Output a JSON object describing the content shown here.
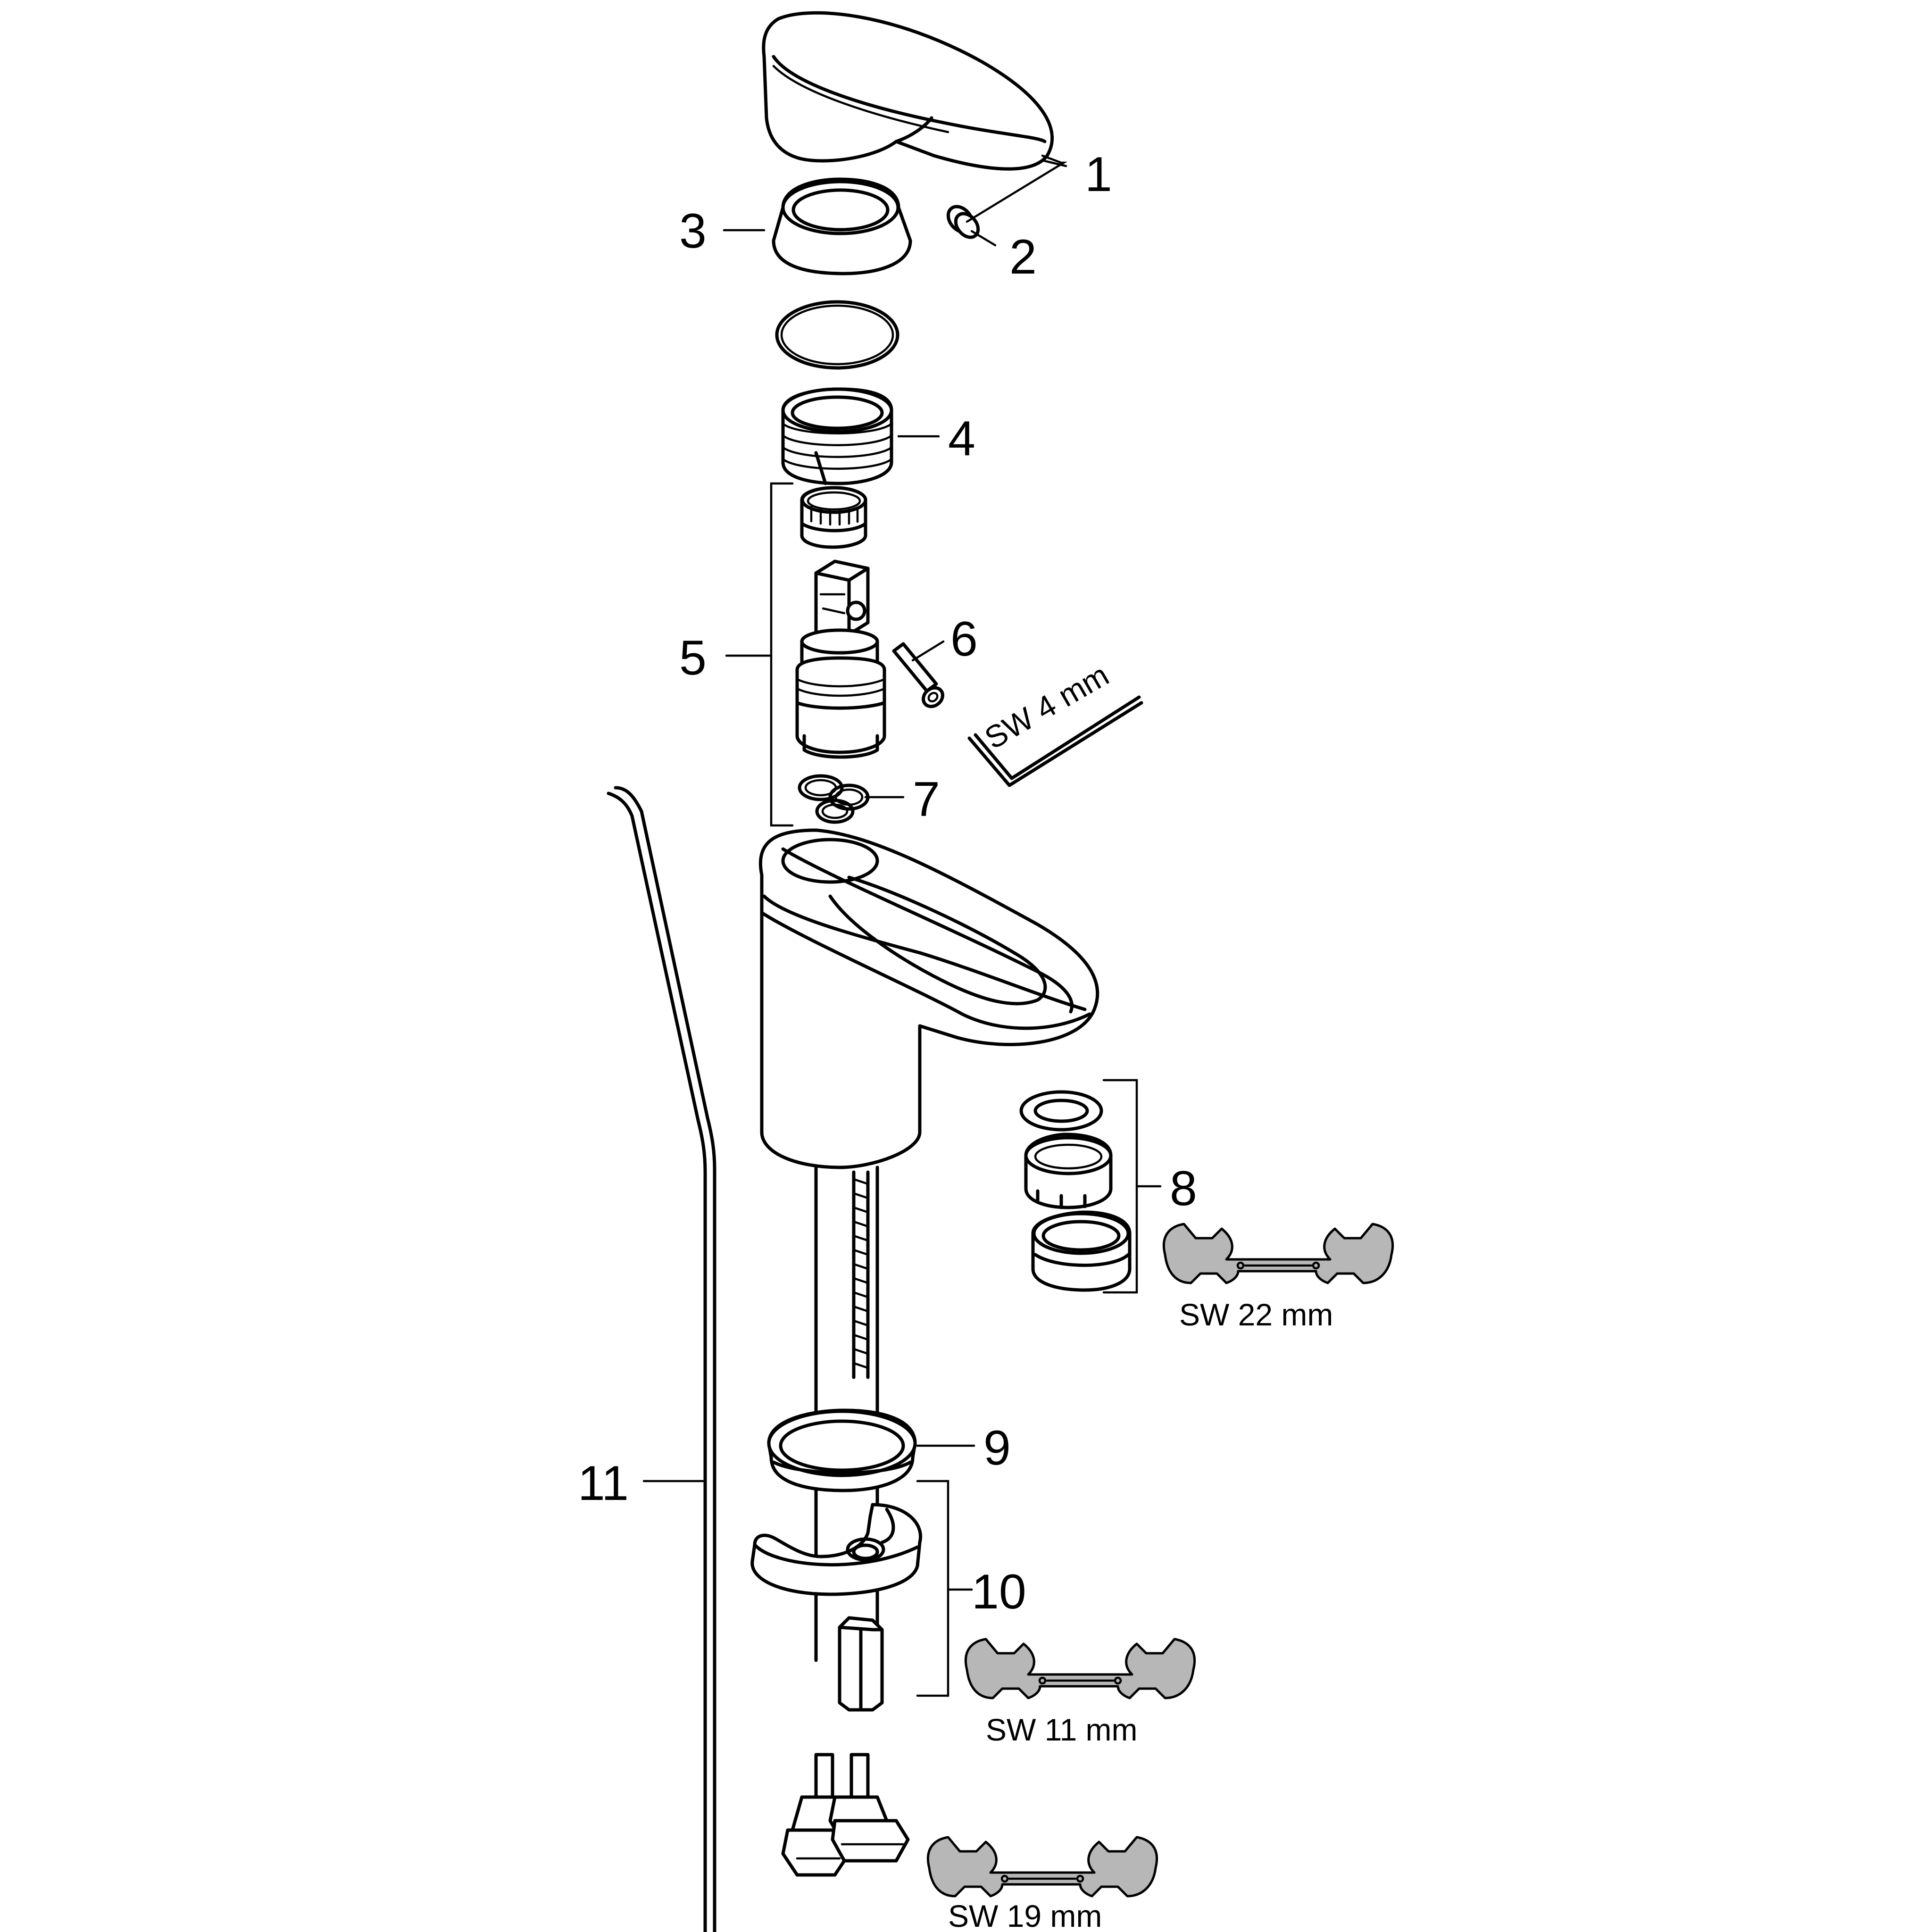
{
  "callouts": [
    {
      "id": "1",
      "label": "1"
    },
    {
      "id": "2",
      "label": "2"
    },
    {
      "id": "3",
      "label": "3"
    },
    {
      "id": "4",
      "label": "4"
    },
    {
      "id": "5",
      "label": "5"
    },
    {
      "id": "6",
      "label": "6"
    },
    {
      "id": "7",
      "label": "7"
    },
    {
      "id": "8",
      "label": "8"
    },
    {
      "id": "9",
      "label": "9"
    },
    {
      "id": "10",
      "label": "10"
    },
    {
      "id": "11",
      "label": "11"
    }
  ],
  "tools": {
    "allen_key": "SW 4 mm",
    "wrench_aerator": "SW 22 mm",
    "wrench_nut": "SW 11 mm",
    "wrench_hoses": "SW 19 mm"
  },
  "colors": {
    "line": "#000000",
    "background": "#ffffff",
    "wrench_fill": "#b7b7b7"
  }
}
